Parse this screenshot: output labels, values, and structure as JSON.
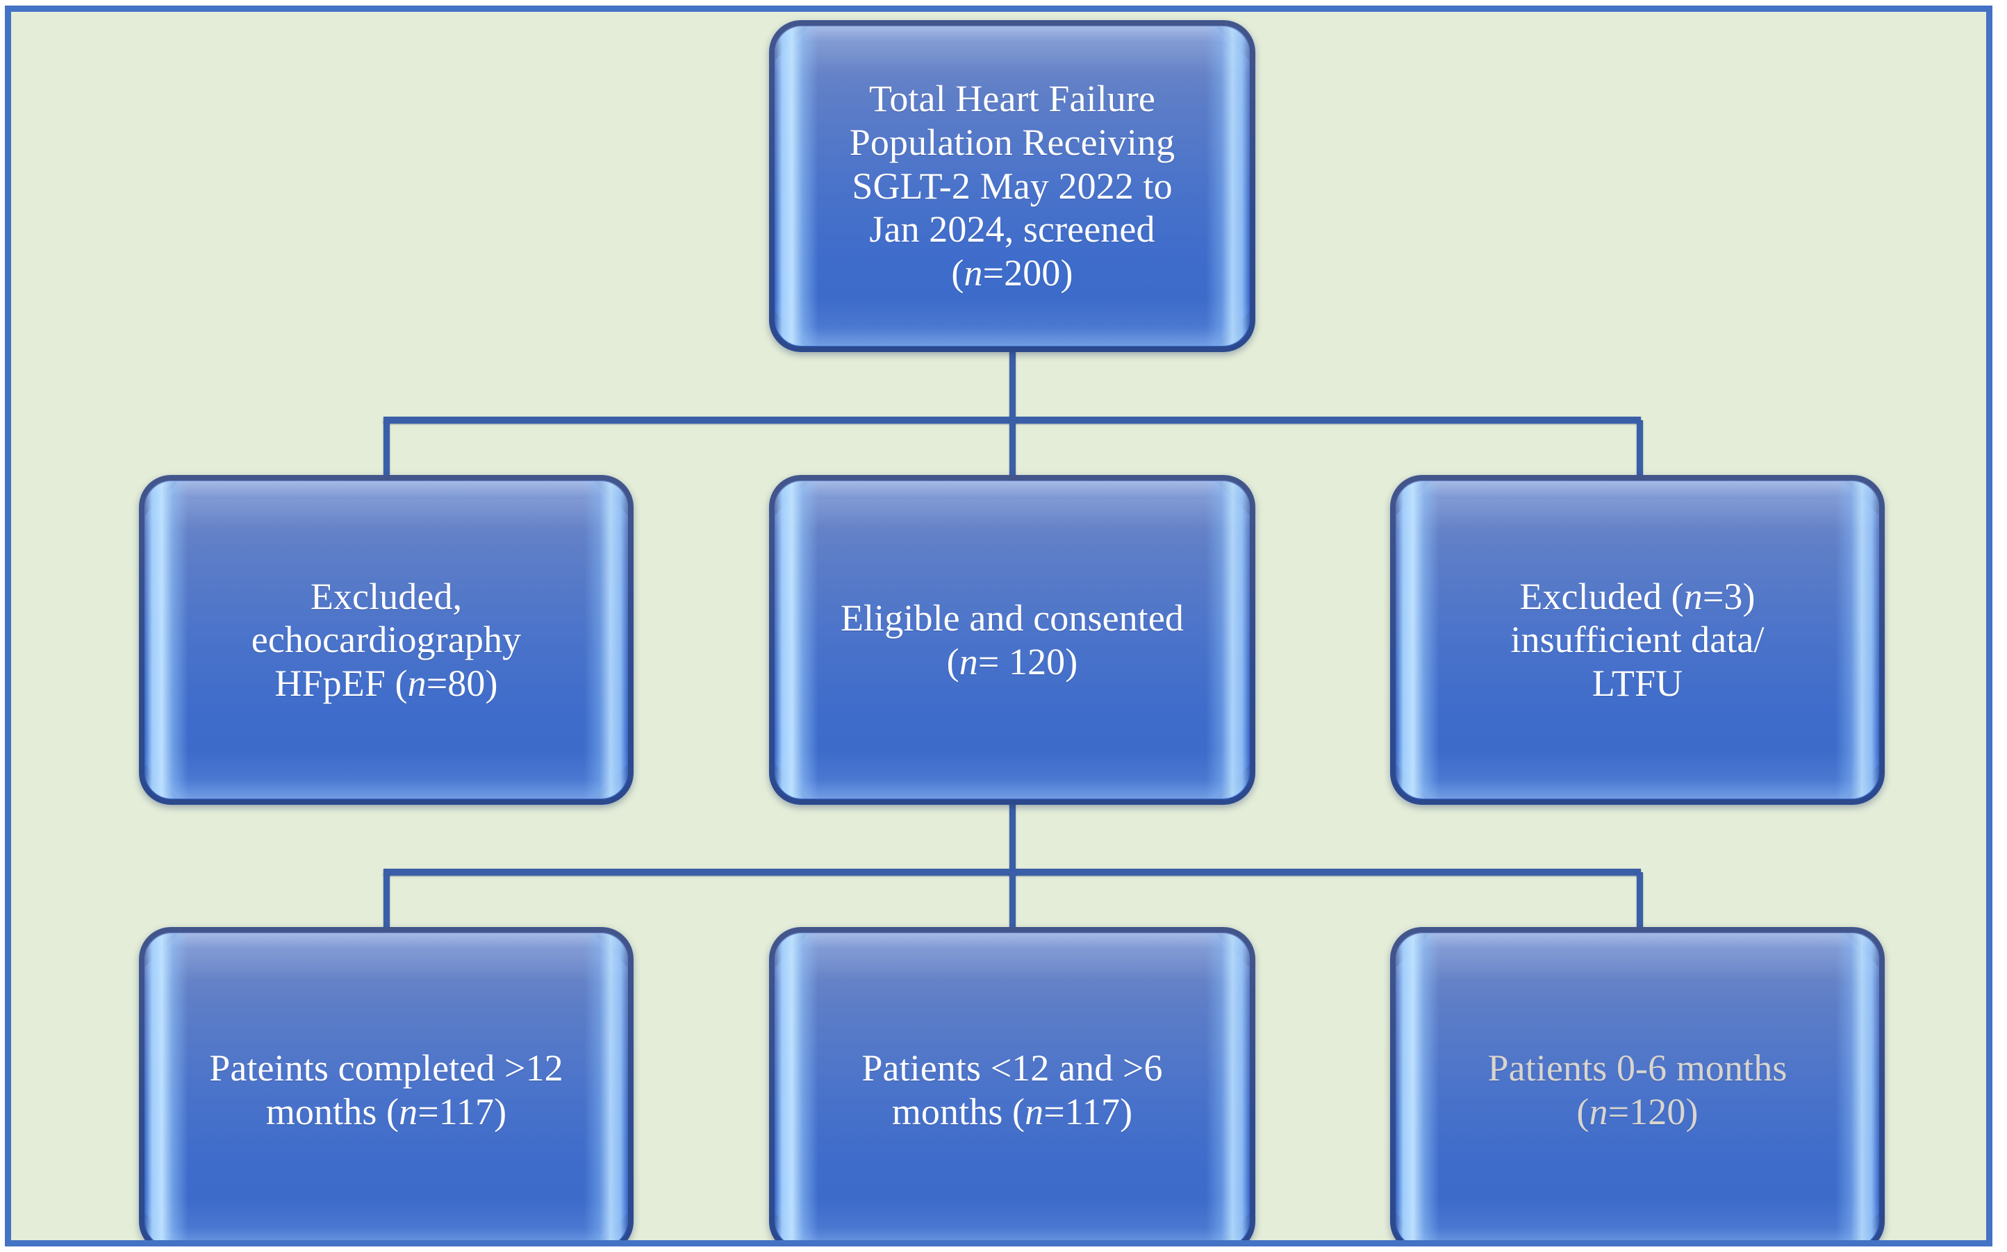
{
  "figure": {
    "type": "flowchart",
    "orientation": "top-down",
    "background_color": "#E4EDD8",
    "frame_border_color": "#4472C4",
    "connector_color": "#3A5FA8",
    "node_fill_top": "#6C86C6",
    "node_fill_bottom": "#3A68C8",
    "node_text_color": "#FFFFFF",
    "dimmed_text_color": "#D9D5CE"
  },
  "nodes": {
    "top": {
      "id": "total-population-screened",
      "line1": "Total Heart Failure",
      "line2": "Population Receiving",
      "line3": "SGLT-2 May 2022 to",
      "line4": "Jan 2024, screened",
      "n_prefix": "(",
      "n_italic": "n",
      "n_value": "=200)",
      "n_count": 200
    },
    "excluded_echo": {
      "id": "excluded-echocardiography-hfpef",
      "line1": "Excluded,",
      "line2": "echocardiography",
      "line3_pre": "HFpEF (",
      "n_italic": "n",
      "line3_post": "=80)",
      "n_count": 80
    },
    "eligible": {
      "id": "eligible-and-consented",
      "line1": "Eligible and consented",
      "line2_pre": "(",
      "n_italic": "n",
      "line2_post": "= 120)",
      "n_count": 120
    },
    "excluded_ltfu": {
      "id": "excluded-insufficient-data-ltfu",
      "line1_pre": "Excluded (",
      "n_italic": "n",
      "line1_post": "=3)",
      "line2": "insufficient data/",
      "line3": "LTFU",
      "n_count": 3
    },
    "gt12": {
      "id": "patients-completed-over-12-months",
      "line1": "Pateints completed >12",
      "line2_pre": "months (",
      "n_italic": "n",
      "line2_post": "=117)",
      "n_count": 117
    },
    "m6to12": {
      "id": "patients-6-to-12-months",
      "line1": "Patients <12 and >6",
      "line2_pre": "months (",
      "n_italic": "n",
      "line2_post": "=117)",
      "n_count": 117
    },
    "m0to6": {
      "id": "patients-0-to-6-months",
      "line1": "Patients 0-6 months",
      "line2_pre": "(",
      "n_italic": "n",
      "line2_post": "=120)",
      "n_count": 120
    }
  },
  "edges": [
    {
      "from": "total-population-screened",
      "to": "excluded-echocardiography-hfpef"
    },
    {
      "from": "total-population-screened",
      "to": "eligible-and-consented"
    },
    {
      "from": "total-population-screened",
      "to": "excluded-insufficient-data-ltfu"
    },
    {
      "from": "eligible-and-consented",
      "to": "patients-completed-over-12-months"
    },
    {
      "from": "eligible-and-consented",
      "to": "patients-6-to-12-months"
    },
    {
      "from": "eligible-and-consented",
      "to": "patients-0-to-6-months"
    }
  ]
}
